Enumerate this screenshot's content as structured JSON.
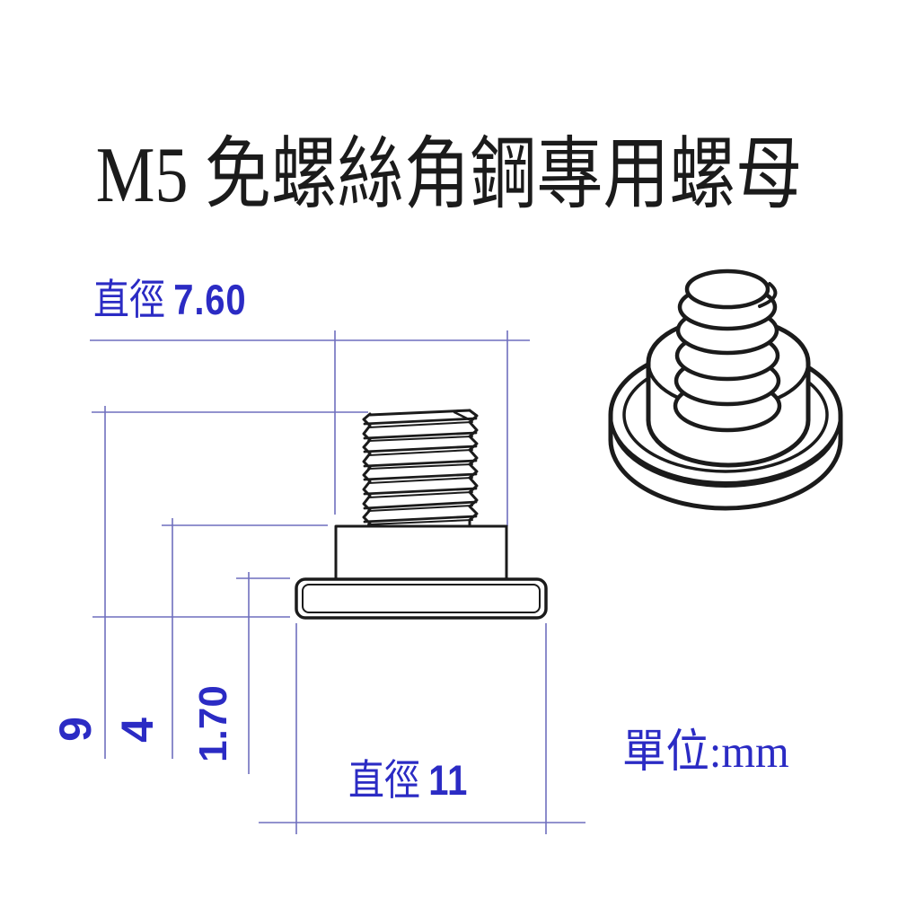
{
  "title": "M5 免螺絲角鋼專用螺母",
  "unit_note": "單位:mm",
  "dimensions": {
    "top_diameter": {
      "label": "直徑",
      "value": "7.60"
    },
    "bottom_diameter": {
      "label": "直徑",
      "value": "11"
    },
    "total_height": {
      "value": "9"
    },
    "neck_height": {
      "value": "4"
    },
    "flange_thickness": {
      "value": "1.70"
    }
  },
  "colors": {
    "background": "#ffffff",
    "line_art": "#1b1b1b",
    "dimension_line": "#6f6fbe",
    "dimension_text": "#2b2bc4"
  }
}
